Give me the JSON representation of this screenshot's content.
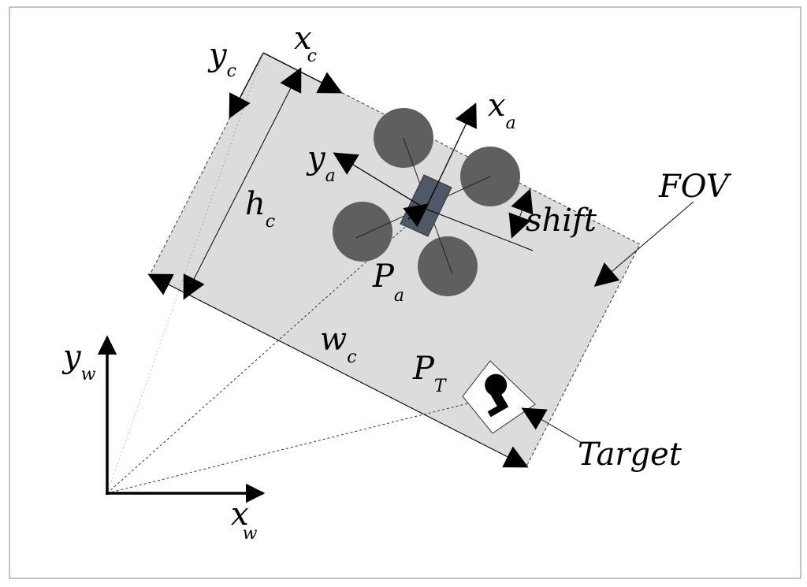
{
  "labels": {
    "fov": "FOV",
    "shift": "shift",
    "target": "Target",
    "xc": {
      "base": "x",
      "sub": "c"
    },
    "yc": {
      "base": "y",
      "sub": "c"
    },
    "xa": {
      "base": "x",
      "sub": "a"
    },
    "ya": {
      "base": "y",
      "sub": "a"
    },
    "hc": {
      "base": "h",
      "sub": "c"
    },
    "wc": {
      "base": "w",
      "sub": "c"
    },
    "pa": {
      "base": "P",
      "sub": "a"
    },
    "pt": {
      "base": "P",
      "sub": "T"
    },
    "yw": {
      "base": "y",
      "sub": "w"
    },
    "xw": {
      "base": "x",
      "sub": "w"
    }
  },
  "colors": {
    "fov_fill": "#dcdcdc",
    "rotor": "#5f5f5f",
    "body": "#4e5866",
    "target_fill": "#ffffff",
    "ink": "#000000"
  },
  "icons": {
    "target": "person-silhouette-icon"
  }
}
